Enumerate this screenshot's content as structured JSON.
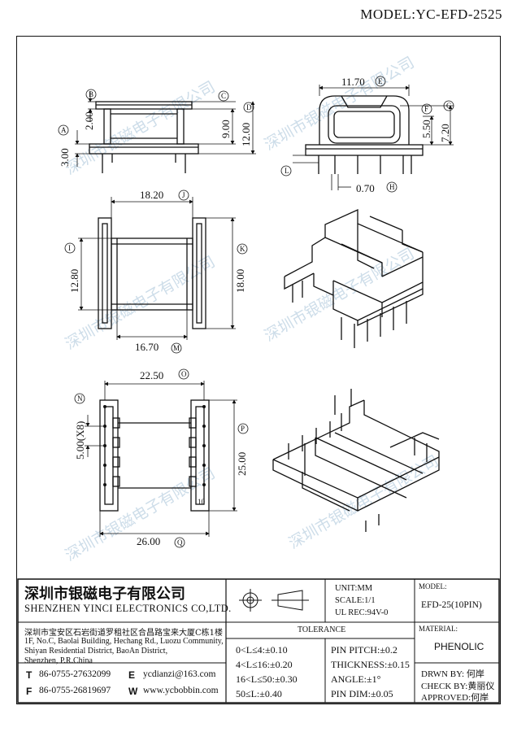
{
  "model": "MODEL:YC-EFD-2525",
  "watermark": "深圳市银磁电子有限公司",
  "dims": {
    "a": "3.00",
    "b": "2.00",
    "c": "9.00",
    "d": "12.00",
    "e": "11.70",
    "f": "5.50",
    "g": "7.20",
    "h": "0.70",
    "j": "18.20",
    "i": "12.80",
    "k": "18.00",
    "m": "16.70",
    "o": "22.50",
    "n": "5.00(X8)",
    "p": "25.00",
    "q": "26.00",
    "pin_label": "10"
  },
  "letters": {
    "a": "A",
    "b": "B",
    "c": "C",
    "d": "D",
    "e": "E",
    "f": "F",
    "g": "G",
    "h": "H",
    "i": "I",
    "j": "J",
    "k": "K",
    "l": "L",
    "m": "M",
    "n": "N",
    "o": "O",
    "p": "P",
    "q": "Q"
  },
  "company": {
    "name_cn": "深圳市银磁电子有限公司",
    "name_en": "SHENZHEN YINCI ELECTRONICS CO,LTD.",
    "address_cn": "深圳市宝安区石岩街道罗租社区合昌路宝来大厦C栋1楼",
    "address_en_1": "1F, No.C, Baolai Building, Hechang Rd., Luozu Community,",
    "address_en_2": "Shiyan Residential District, BaoAn District,",
    "address_en_3": "Shenzhen, P.R.China",
    "tel_label": "T",
    "tel": "86-0755-27632099",
    "email_label": "E",
    "email": "ycdianzi@163.com",
    "fax_label": "F",
    "fax": "86-0755-26819697",
    "web_label": "W",
    "web": "www.ycbobbin.com"
  },
  "spec": {
    "unit": "UNIT:MM",
    "scale": "SCALE:1/1",
    "ul": "UL REC:94V-0",
    "model_label": "MODEL:",
    "model_value": "EFD-25(10PIN)",
    "material_label": "MATERIAL:",
    "material_value": "PHENOLIC"
  },
  "tolerance": {
    "title": "TOLERANCE",
    "rows": [
      "0<L≤4:±0.10",
      "4<L≤16:±0.20",
      "16<L≤50:±0.30",
      "50≤L:±0.40"
    ],
    "right_rows": [
      "PIN PITCH:±0.2",
      "THICKNESS:±0.15",
      "ANGLE:±1°",
      "PIN DIM:±0.05"
    ]
  },
  "approval": {
    "drawn": "DRWN BY: 何岸",
    "check": "CHECK BY:黄丽仪",
    "approved": "APPROVED:何岸"
  }
}
